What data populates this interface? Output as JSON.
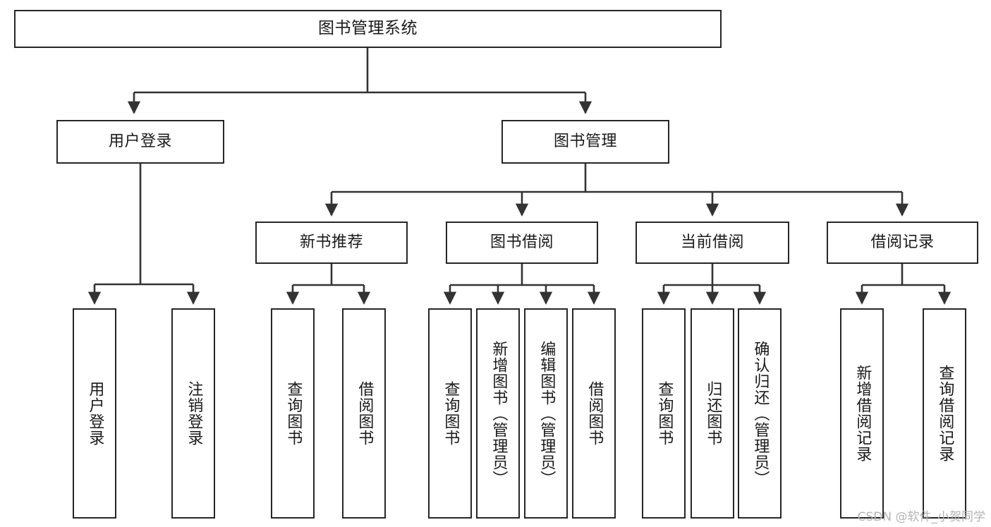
{
  "diagram": {
    "title": "图书管理系统",
    "watermark": "CSDN @软件_小贺同学",
    "colors": {
      "box_border": "#262626",
      "box_fill": "#ffffff",
      "connector": "#333333",
      "text": "#1a1a1a",
      "watermark": "#b4b4b4",
      "background": "#ffffff"
    },
    "nodes": {
      "root": {
        "label": "图书管理系统"
      },
      "level2": [
        {
          "id": "user-login",
          "label": "用户登录"
        },
        {
          "id": "book-manage",
          "label": "图书管理"
        }
      ],
      "level3": [
        {
          "id": "new-book-recommend",
          "label": "新书推荐"
        },
        {
          "id": "book-borrow",
          "label": "图书借阅"
        },
        {
          "id": "current-borrow",
          "label": "当前借阅"
        },
        {
          "id": "borrow-record",
          "label": "借阅记录"
        }
      ],
      "leaves": {
        "user_login": [
          {
            "id": "leaf-user-login",
            "label": "用户登录"
          },
          {
            "id": "leaf-logout-login",
            "label": "注销登录"
          }
        ],
        "new_book_recommend": [
          {
            "id": "leaf-query-book-1",
            "label": "查询图书"
          },
          {
            "id": "leaf-borrow-book-1",
            "label": "借阅图书"
          }
        ],
        "book_borrow": [
          {
            "id": "leaf-query-book-2",
            "label": "查询图书"
          },
          {
            "id": "leaf-add-book",
            "label": "新增图书（管理员）"
          },
          {
            "id": "leaf-edit-book",
            "label": "编辑图书（管理员）"
          },
          {
            "id": "leaf-borrow-book-2",
            "label": "借阅图书"
          }
        ],
        "current_borrow": [
          {
            "id": "leaf-query-book-3",
            "label": "查询图书"
          },
          {
            "id": "leaf-return-book",
            "label": "归还图书"
          },
          {
            "id": "leaf-confirm-return",
            "label": "确认归还（管理员）"
          }
        ],
        "borrow_record": [
          {
            "id": "leaf-add-record",
            "label": "新增借阅记录"
          },
          {
            "id": "leaf-query-record",
            "label": "查询借阅记录"
          }
        ]
      }
    }
  }
}
